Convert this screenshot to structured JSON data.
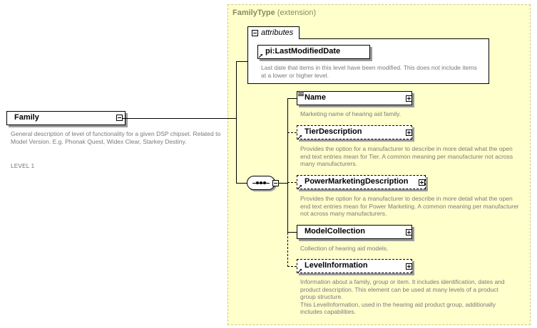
{
  "complex_type": {
    "name": "FamilyType",
    "kind": "(extension)"
  },
  "attributes": {
    "label": "attributes",
    "item": "pi:LastModifiedDate",
    "item_desc": "Last date that items in this level have been modified. This does not include items at a lower or higher level."
  },
  "root": {
    "name": "Family",
    "desc": "General description of level of functionality for a given DSP chipset. Related to Model Version.  E.g. Phonak Quest, Widex Clear, Starkey Destiny.",
    "level": "LEVEL 1"
  },
  "elements": [
    {
      "name": "Name",
      "desc": "Marketing name of hearing aid family."
    },
    {
      "name": "TierDescription",
      "desc": "Provides the option for a manufacturer to describe in more detail what the open end text entries mean for Tier. A common meaning per manufacturer not across many manufacturers."
    },
    {
      "name": "PowerMarketingDescription",
      "desc": "Provides the option for a manufacturer to describe in more detail what the open end text entries mean for Power Marketing. A common meaning per manufacturer not across many manufacturers."
    },
    {
      "name": "ModelCollection",
      "desc": "Collection of hearing aid models."
    },
    {
      "name": "LevelInformation",
      "desc": "Information about a family, group or item. It includes identification, dates and product description. This element can be used at many levels of a product group structure.\nThis LevelInformation, used in the hearing aid product group, additionally includes capabilities."
    }
  ],
  "colors": {
    "extension_bg": "#ffffcc",
    "extension_border": "#c9c98a",
    "text_gray": "#7a7a7a",
    "title_gray": "#8a8a60"
  }
}
